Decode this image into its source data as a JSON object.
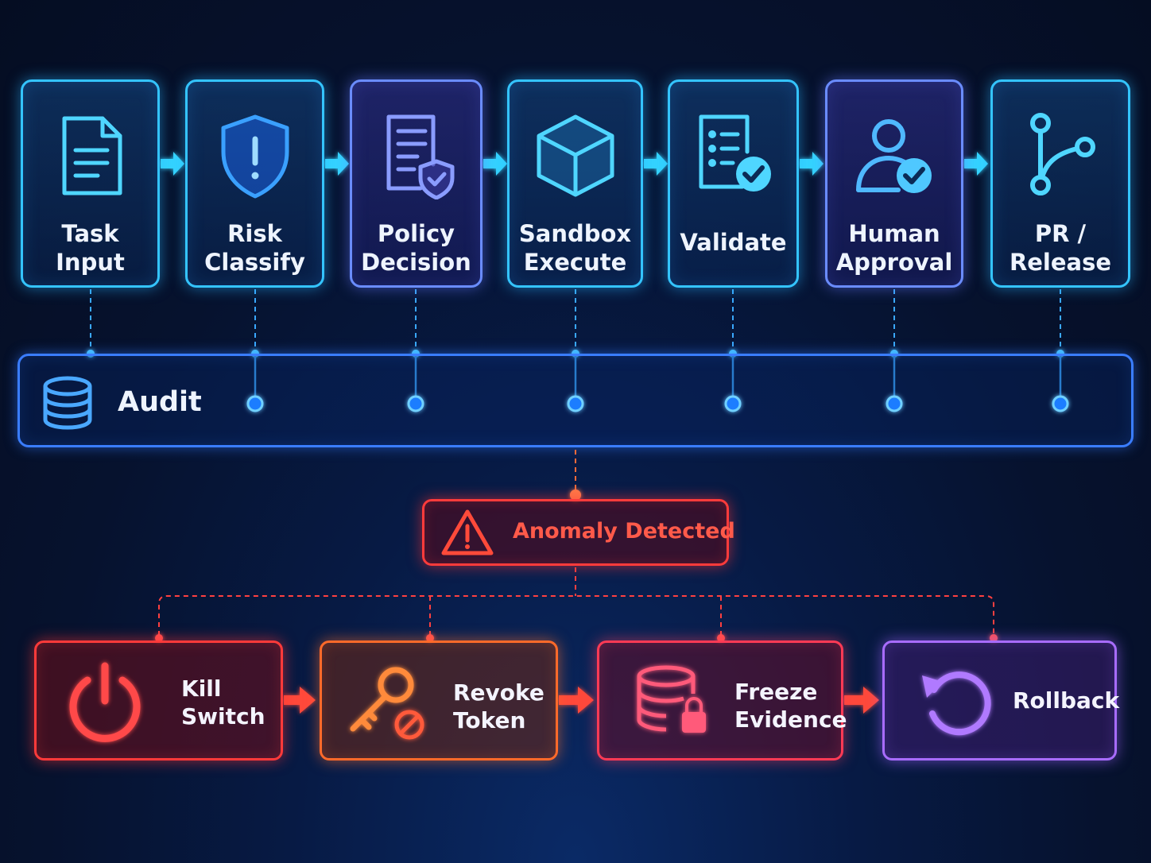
{
  "pipeline": {
    "stages": [
      {
        "label": "Task\nInput",
        "icon": "document-icon"
      },
      {
        "label": "Risk\nClassify",
        "icon": "shield-alert-icon"
      },
      {
        "label": "Policy\nDecision",
        "icon": "policy-document-icon"
      },
      {
        "label": "Sandbox\nExecute",
        "icon": "cube-icon"
      },
      {
        "label": "Validate",
        "icon": "checklist-icon"
      },
      {
        "label": "Human\nApproval",
        "icon": "user-check-icon"
      },
      {
        "label": "PR /\nRelease",
        "icon": "git-branch-icon"
      }
    ]
  },
  "audit": {
    "label": "Audit",
    "icon": "database-icon"
  },
  "anomaly": {
    "label": "Anomaly Detected",
    "icon": "warning-triangle-icon"
  },
  "responses": [
    {
      "label": "Kill\nSwitch",
      "icon": "power-icon"
    },
    {
      "label": "Revoke\nToken",
      "icon": "key-revoked-icon"
    },
    {
      "label": "Freeze\nEvidence",
      "icon": "database-lock-icon"
    },
    {
      "label": "Rollback",
      "icon": "rollback-icon"
    }
  ],
  "colors": {
    "cyan": "#34c4ff",
    "blue": "#3a7dff",
    "purple": "#6a8cff",
    "red": "#ff3b3b",
    "orange": "#ff6a2a",
    "violet": "#a86cff"
  }
}
